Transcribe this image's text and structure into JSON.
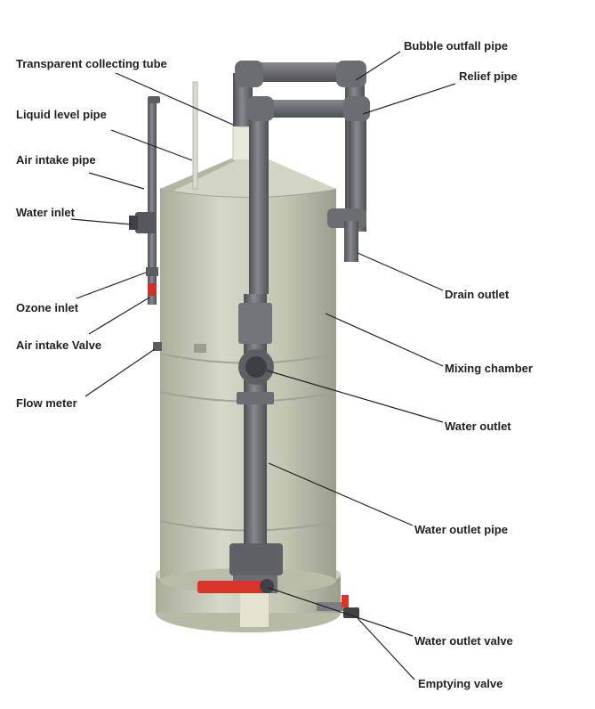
{
  "labels": {
    "transparent_collecting_tube": "Transparent collecting tube",
    "liquid_level_pipe": "Liquid level pipe",
    "air_intake_pipe": "Air intake pipe",
    "water_inlet": "Water inlet",
    "ozone_inlet": "Ozone inlet",
    "air_intake_valve": "Air intake Valve",
    "flow_meter": "Flow meter",
    "bubble_outfall_pipe": "Bubble outfall pipe",
    "relief_pipe": "Relief pipe",
    "drain_outlet": "Drain outlet",
    "mixing_chamber": "Mixing chamber",
    "water_outlet": "Water outlet",
    "water_outlet_pipe": "Water outlet pipe",
    "water_outlet_valve": "Water outlet valve",
    "emptying_valve": "Emptying valve"
  },
  "colors": {
    "tank_body": "#c9ccba",
    "tank_shadow": "#a9ad99",
    "pipe_gray": "#6f7378",
    "pipe_dark": "#4d5155",
    "valve_red": "#d8342a",
    "leader_line": "#222222",
    "text": "#222222"
  }
}
